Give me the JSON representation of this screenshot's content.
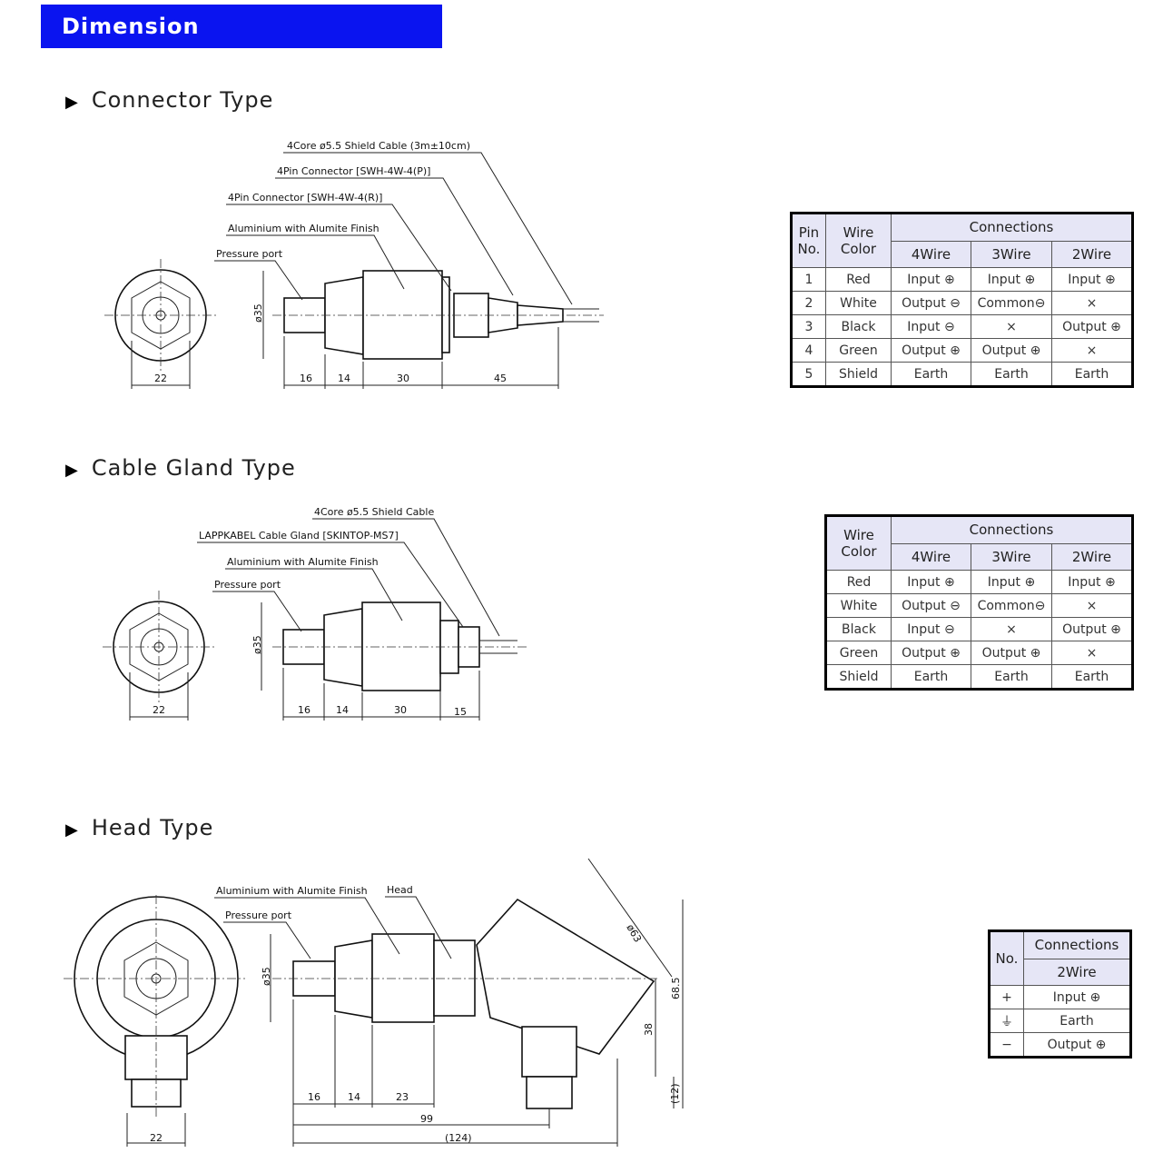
{
  "header": {
    "title": "Dimension"
  },
  "sections": [
    {
      "title": "Connector Type",
      "labels": {
        "cable": "4Core ø5.5 Shield Cable (3m±10cm)",
        "conn_p": "4Pin Connector [SWH-4W-4(P)]",
        "conn_r": "4Pin Connector [SWH-4W-4(R)]",
        "body": "Aluminium with Alumite Finish",
        "port": "Pressure port"
      },
      "dims": {
        "front": "22",
        "dia": "ø35",
        "d1": "16",
        "d2": "14",
        "d3": "30",
        "d4": "45"
      }
    },
    {
      "title": "Cable Gland Type",
      "labels": {
        "cable": "4Core ø5.5 Shield Cable",
        "gland": "LAPPKABEL Cable Gland [SKINTOP-MS7]",
        "body": "Aluminium with Alumite Finish",
        "port": "Pressure port"
      },
      "dims": {
        "front": "22",
        "dia": "ø35",
        "d1": "16",
        "d2": "14",
        "d3": "30",
        "d4": "15"
      }
    },
    {
      "title": "Head Type",
      "labels": {
        "body": "Aluminium with Alumite Finish",
        "head": "Head",
        "port": "Pressure port"
      },
      "dims": {
        "front": "22",
        "dia": "ø35",
        "d1": "16",
        "d2": "14",
        "d3": "23",
        "total": "99",
        "total2": "(124)",
        "head_dia": "ø63",
        "h1": "68.5",
        "h2": "38",
        "h3": "(12)"
      }
    }
  ],
  "tables": [
    {
      "headers": [
        "Pin No.",
        "Wire Color",
        "Connections",
        "4Wire",
        "3Wire",
        "2Wire"
      ],
      "rows": [
        [
          "1",
          "Red",
          "Input ⊕",
          "Input ⊕",
          "Input ⊕"
        ],
        [
          "2",
          "White",
          "Output ⊖",
          "Common⊖",
          "×"
        ],
        [
          "3",
          "Black",
          "Input ⊖",
          "×",
          "Output ⊕"
        ],
        [
          "4",
          "Green",
          "Output ⊕",
          "Output ⊕",
          "×"
        ],
        [
          "5",
          "Shield",
          "Earth",
          "Earth",
          "Earth"
        ]
      ]
    },
    {
      "headers": [
        "Wire Color",
        "Connections",
        "4Wire",
        "3Wire",
        "2Wire"
      ],
      "rows": [
        [
          "Red",
          "Input ⊕",
          "Input ⊕",
          "Input ⊕"
        ],
        [
          "White",
          "Output ⊖",
          "Common⊖",
          "×"
        ],
        [
          "Black",
          "Input ⊖",
          "×",
          "Output ⊕"
        ],
        [
          "Green",
          "Output ⊕",
          "Output ⊕",
          "×"
        ],
        [
          "Shield",
          "Earth",
          "Earth",
          "Earth"
        ]
      ]
    },
    {
      "headers": [
        "No.",
        "Connections",
        "2Wire"
      ],
      "rows": [
        [
          "+",
          "Input ⊕"
        ],
        [
          "⏚",
          "Earth"
        ],
        [
          "−",
          "Output ⊕"
        ]
      ]
    }
  ]
}
